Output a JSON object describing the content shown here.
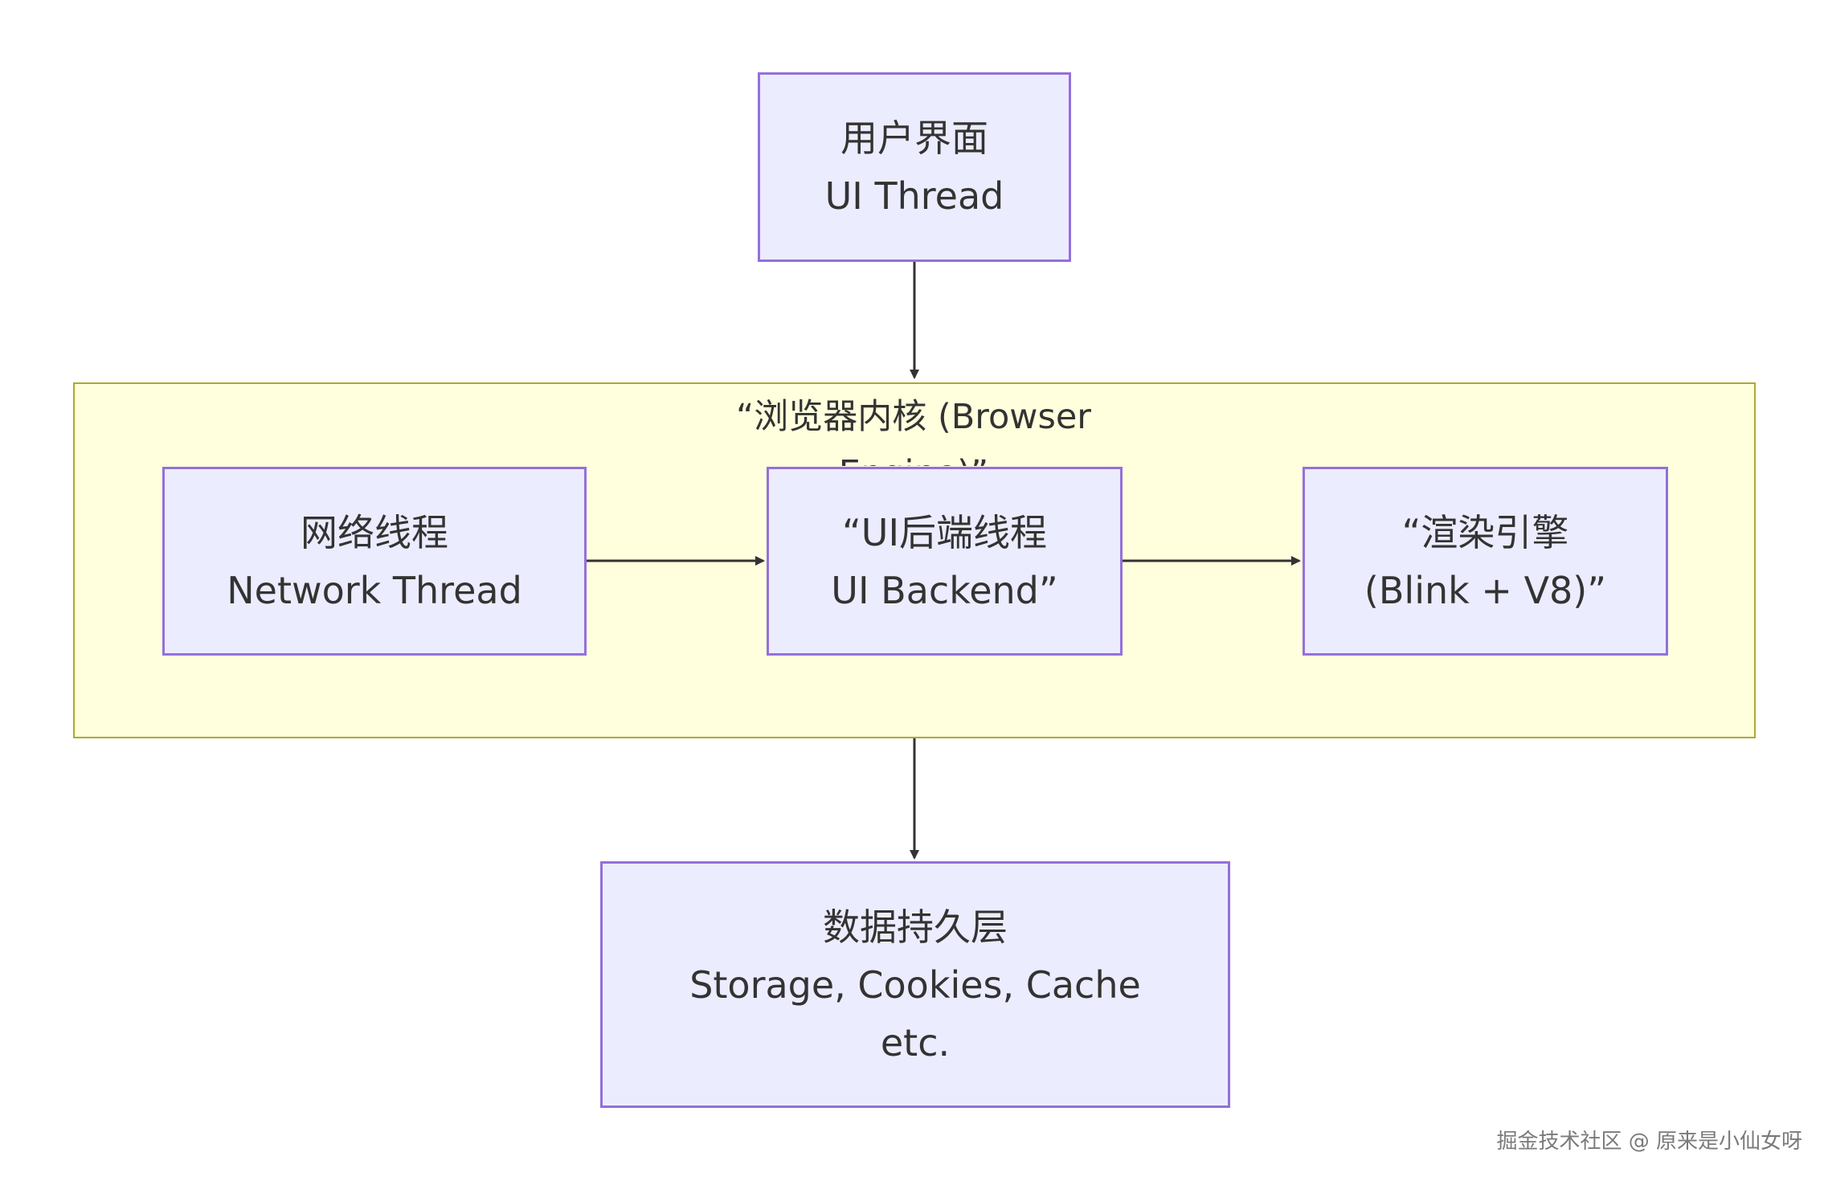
{
  "diagram": {
    "subgraph": {
      "title": "“浏览器内核 (Browser Engine)”",
      "fill": "#ffffde",
      "stroke": "#aaaa33"
    },
    "nodes": {
      "ui_thread": {
        "line1": "用户界面",
        "line2": "UI Thread"
      },
      "network_thread": {
        "line1": "网络线程",
        "line2": "Network Thread"
      },
      "ui_backend": {
        "line1": "“UI后端线程",
        "line2": "UI Backend”"
      },
      "render_engine": {
        "line1": "“渲染引擎",
        "line2": "(Blink + V8)”"
      },
      "storage": {
        "line1": "数据持久层",
        "line2": "Storage, Cookies, Cache",
        "line3": "etc."
      }
    },
    "edges": [
      {
        "from": "用户界面",
        "to": "浏览器内核 (Browser Engine)"
      },
      {
        "from": "网络线程",
        "to": "UI后端线程"
      },
      {
        "from": "UI后端线程",
        "to": "渲染引擎"
      },
      {
        "from": "浏览器内核 (Browser Engine)",
        "to": "数据持久层"
      }
    ],
    "colors": {
      "node_fill": "#ececff",
      "node_stroke": "#9370db",
      "edge": "#333333",
      "text": "#333333"
    }
  },
  "watermark": "掘金技术社区 @ 原来是小仙女呀"
}
